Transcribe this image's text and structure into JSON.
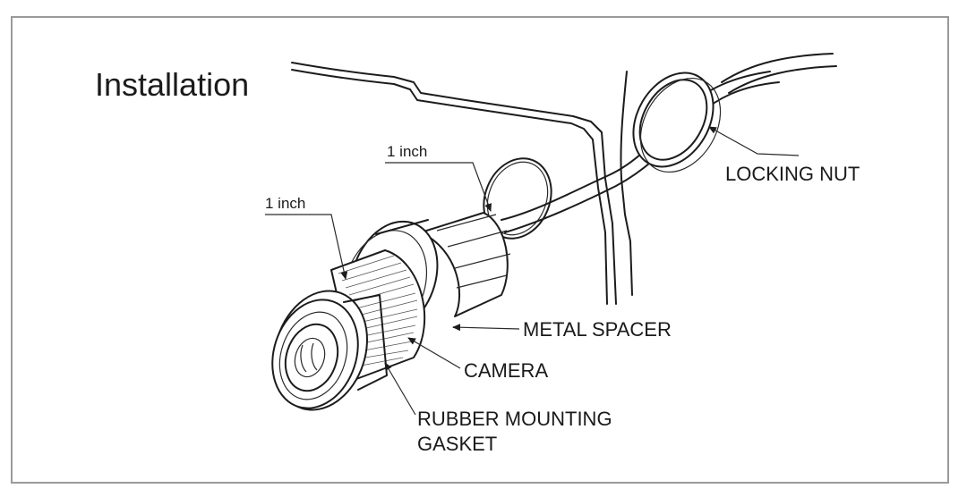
{
  "title": "Installation",
  "labels": {
    "locking_nut": "LOCKING NUT",
    "metal_spacer": "METAL SPACER",
    "camera": "CAMERA",
    "rubber_gasket_line1": "RUBBER MOUNTING",
    "rubber_gasket_line2": "GASKET"
  },
  "dimensions": {
    "hole_diameter": "1 inch",
    "camera_diameter": "1 inch"
  },
  "colors": {
    "line": "#1c1c1c",
    "frame": "#9a9a9a",
    "background": "#ffffff"
  }
}
